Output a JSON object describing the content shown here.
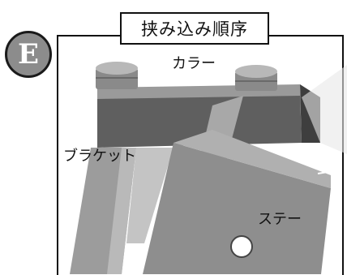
{
  "title": "挟み込み順序",
  "badge": "E",
  "labels": {
    "collar": "カラー",
    "bracket": "ブラケット",
    "stay": "ステー"
  }
}
